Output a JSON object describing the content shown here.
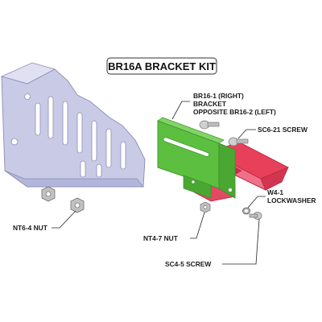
{
  "title": "BR16A BRACKET KIT",
  "labels": {
    "bracket_line1": "BR16-1 (RIGHT)",
    "bracket_line2": "BRACKET",
    "bracket_line3": "OPPOSITE BR16-2 (LEFT)",
    "sc6_screw": "SC6-21 SCREW",
    "w4_line1": "W4-1",
    "w4_line2": "LOCKWASHER",
    "nt6_nut": "NT6-4 NUT",
    "nt4_nut": "NT4-7 NUT",
    "sc4_screw": "SC4-5 SCREW"
  },
  "colors": {
    "plate": "#c9cbe6",
    "plate_edge": "#8a8db5",
    "bracket_green": "#5cbf3f",
    "bracket_green_dark": "#3e8f2a",
    "rail_red": "#e8405a",
    "rail_red_dark": "#b52a40",
    "hardware_gray": "#b8b8b8"
  }
}
